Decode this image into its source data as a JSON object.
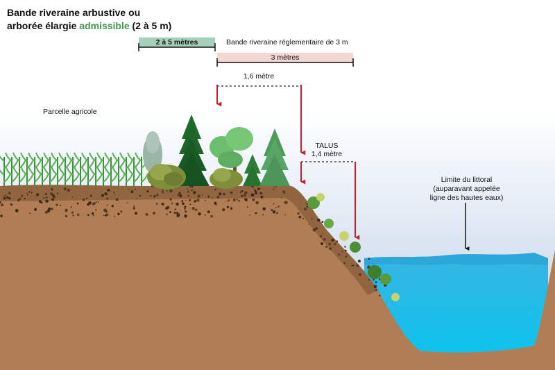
{
  "title": {
    "line1": "Bande riveraine arbustive ou",
    "line2_prefix": "arborée élargie",
    "line2_highlight": "admissible",
    "line2_suffix": "(2 à 5 m)"
  },
  "labels": {
    "width_2_5": "2 à 5 mètres",
    "regulatory_band": "Bande riveraine réglementaire de 3 m",
    "width_3": "3 mètres",
    "offset_16": "1,6 mètre",
    "field": "Parcelle agricole",
    "talus": "TALUS",
    "offset_14": "1,4 mètre",
    "littoral_1": "Limite du littoral",
    "littoral_2": "(auparavant appelée",
    "littoral_3": "ligne des hautes eaux)"
  },
  "colors": {
    "sky_top": "#ffffff",
    "sky_bottom": "#b9cde6",
    "soil": "#b07d55",
    "soil_dark": "#5a3a20",
    "water": "#18bde6",
    "water_surface": "#2aa5d8",
    "arrow_red": "#c8202a",
    "bar_green": "#a6d0bb",
    "bar_pink": "#f2d6d2",
    "highlight_green": "#3f9a4d"
  }
}
